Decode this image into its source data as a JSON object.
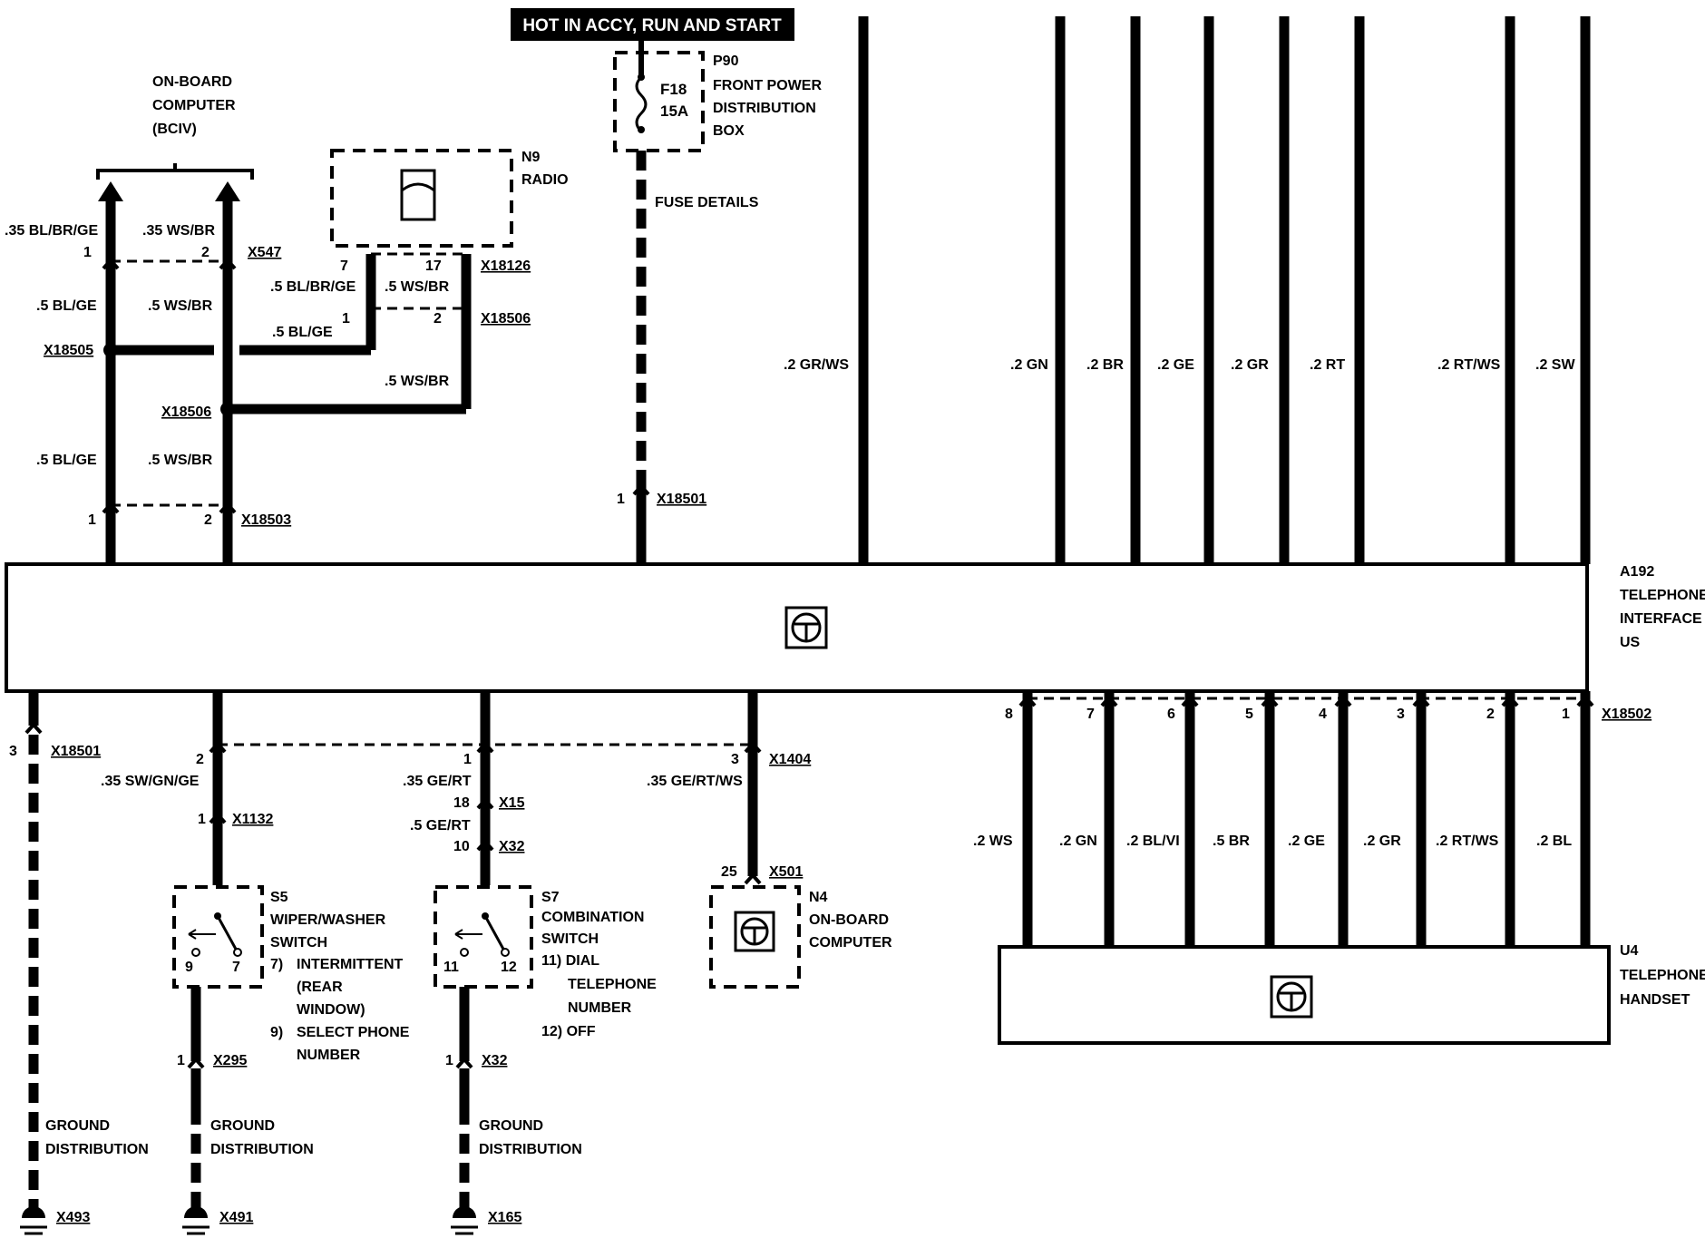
{
  "header": {
    "hot_label": "HOT IN ACCY, RUN AND START"
  },
  "fuse": {
    "block_id": "P90",
    "block_l1": "FRONT POWER",
    "block_l2": "DISTRIBUTION",
    "block_l3": "BOX",
    "fuse_id": "F18",
    "fuse_rating": "15A",
    "details": "FUSE DETAILS"
  },
  "bcm": {
    "l1": "ON-BOARD",
    "l2": "COMPUTER",
    "l3": "(BCIV)"
  },
  "radio": {
    "id": "N9",
    "name": "RADIO"
  },
  "connectors": {
    "x547": "X547",
    "x18126": "X18126",
    "x18506a": "X18506",
    "x18506b": "X18506",
    "x18505": "X18505",
    "x18503": "X18503",
    "x18501_top": "X18501",
    "x18501_bot": "X18501",
    "x1132": "X1132",
    "x1404": "X1404",
    "x15": "X15",
    "x32_a": "X32",
    "x32_b": "X32",
    "x501": "X501",
    "x295": "X295",
    "x18502": "X18502",
    "x493": "X493",
    "x491": "X491",
    "x165": "X165"
  },
  "pins": {
    "p547_1": "1",
    "p547_2": "2",
    "p126_7": "7",
    "p126_17": "17",
    "p506_1": "1",
    "p506_2": "2",
    "p503_1": "1",
    "p503_2": "2",
    "p501_1": "1",
    "pb_3": "3",
    "pb_2": "2",
    "pb_1": "1",
    "pb_3b": "3",
    "p1132": "1",
    "p15": "18",
    "p32": "10",
    "p501_25": "25",
    "s5_9": "9",
    "s5_7": "7",
    "s7_11": "11",
    "s7_12": "12",
    "p295": "1",
    "p32b": "1",
    "h8": "8",
    "h7": "7",
    "h6": "6",
    "h5": "5",
    "h4": "4",
    "h3": "3",
    "h2": "2",
    "h1": "1"
  },
  "wires": {
    "w35_blbrge": ".35 BL/BR/GE",
    "w35_wsbr": ".35 WS/BR",
    "w5_blge_a": ".5 BL/GE",
    "w5_wsbr_a": ".5 WS/BR",
    "w5_blbrge": ".5 BL/BR/GE",
    "w5_wsbr_r": ".5 WS/BR",
    "w5_blge_r": ".5 BL/GE",
    "w5_wsbr_r2": ".5 WS/BR",
    "w5_blge_b": ".5 BL/GE",
    "w5_wsbr_b": ".5 WS/BR",
    "top_grws": ".2 GR/WS",
    "top_gn": ".2 GN",
    "top_br": ".2 BR",
    "top_ge": ".2 GE",
    "top_gr": ".2 GR",
    "top_rt": ".2 RT",
    "top_rtws": ".2 RT/WS",
    "top_sw": ".2 SW",
    "b_swgnge": ".35 SW/GN/GE",
    "b_gert": ".35 GE/RT",
    "b_gertws": ".35 GE/RT/WS",
    "b_gert6": ".5 GE/RT",
    "h_ws": ".2 WS",
    "h_gn": ".2 GN",
    "h_blvi": ".2 BL/VI",
    "h_br": ".5 BR",
    "h_ge": ".2 GE",
    "h_gr": ".2 GR",
    "h_rtws": ".2 RT/WS",
    "h_bl": ".2 BL"
  },
  "module": {
    "id": "A192",
    "l1": "TELEPHONE",
    "l2": "INTERFACE",
    "l3": "US"
  },
  "handset": {
    "id": "U4",
    "l1": "TELEPHONE",
    "l2": "HANDSET"
  },
  "s5": {
    "id": "S5",
    "l1": "WIPER/WASHER",
    "l2": "SWITCH",
    "l3": "7)",
    "l3b": "INTERMITTENT",
    "l4": "(REAR",
    "l5": "WINDOW)",
    "l6": "9)",
    "l6b": "SELECT PHONE",
    "l7": "NUMBER"
  },
  "s7": {
    "id": "S7",
    "l1": "COMBINATION",
    "l2": "SWITCH",
    "l3": "11) DIAL",
    "l4": "TELEPHONE",
    "l5": "NUMBER",
    "l6": "12) OFF"
  },
  "n4": {
    "id": "N4",
    "l1": "ON-BOARD",
    "l2": "COMPUTER"
  },
  "grounds": {
    "g1_l1": "GROUND",
    "g1_l2": "DISTRIBUTION",
    "g2_l1": "GROUND",
    "g2_l2": "DISTRIBUTION",
    "g3_l1": "GROUND",
    "g3_l2": "DISTRIBUTION"
  }
}
